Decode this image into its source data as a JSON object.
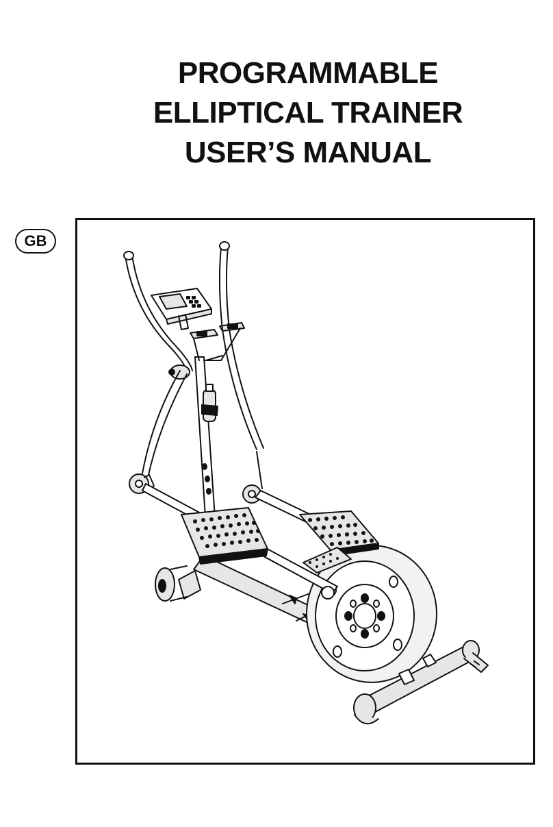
{
  "document": {
    "title_lines": [
      "PROGRAMMABLE",
      "ELLIPTICAL TRAINER",
      "USER’S MANUAL"
    ],
    "language_badge": "GB"
  },
  "figure": {
    "subject": "elliptical-trainer-illustration",
    "line_color": "#111111",
    "tone_color": "#e6e6e6"
  }
}
